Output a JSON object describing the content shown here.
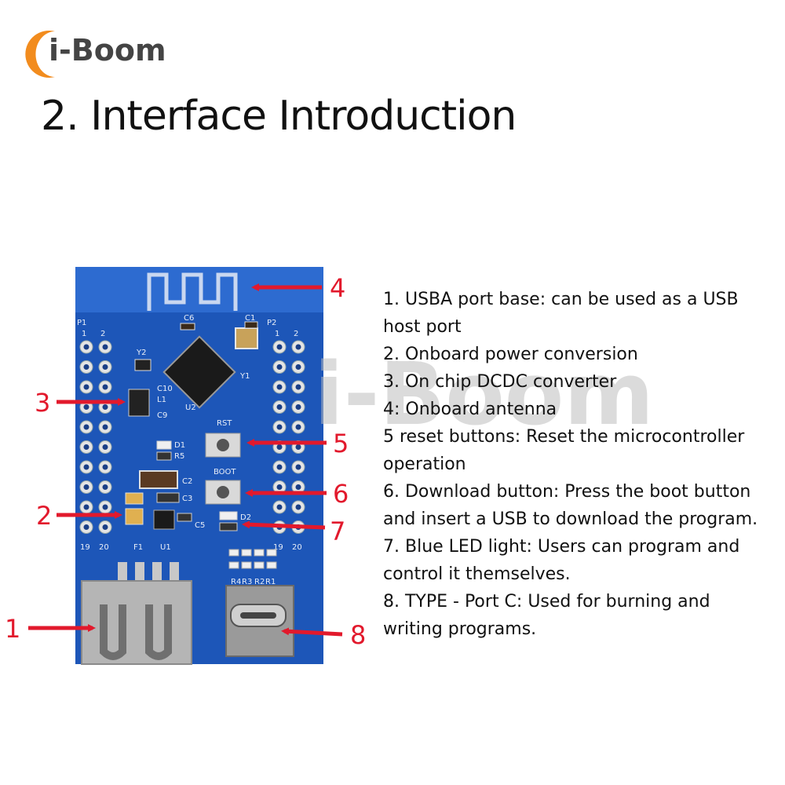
{
  "header": {
    "logo_text": "i-Boom",
    "title": "2. Interface Introduction",
    "brand_color": "#f28c1e"
  },
  "board": {
    "pcb_color": "#1d56b8",
    "silkscreen": {
      "p1": "P1",
      "p2": "P2",
      "pin1": "1",
      "pin2": "2",
      "pin19": "19",
      "pin20": "20",
      "c6": "C6",
      "c1": "C1",
      "y2": "Y2",
      "y1": "Y1",
      "u2": "U2",
      "c10": "C10",
      "l1": "L1",
      "c9": "C9",
      "rst": "RST",
      "d1": "D1",
      "r5": "R5",
      "boot": "BOOT",
      "c2": "C2",
      "c3": "C3",
      "c5": "C5",
      "d2": "D2",
      "f1": "F1",
      "u1": "U1",
      "r4": "R4",
      "r3": "R3",
      "r2": "R2",
      "r1": "R1"
    },
    "watermark": "i-Boom",
    "callouts": [
      "1",
      "2",
      "3",
      "4",
      "5",
      "6",
      "7",
      "8"
    ],
    "arrow_color": "#e2192c"
  },
  "descriptions": [
    "1. USBA port base: can be used as a USB",
    "host port",
    "2. Onboard power conversion",
    "3. On chip DCDC converter",
    "4: Onboard antenna",
    "5 reset buttons: Reset the microcontroller",
    "operation",
    "6. Download button: Press the boot button",
    "and insert a USB to download the program.",
    "7. Blue LED light: Users can program and",
    "control it themselves.",
    "8. TYPE - Port C: Used for burning and",
    "writing programs."
  ]
}
